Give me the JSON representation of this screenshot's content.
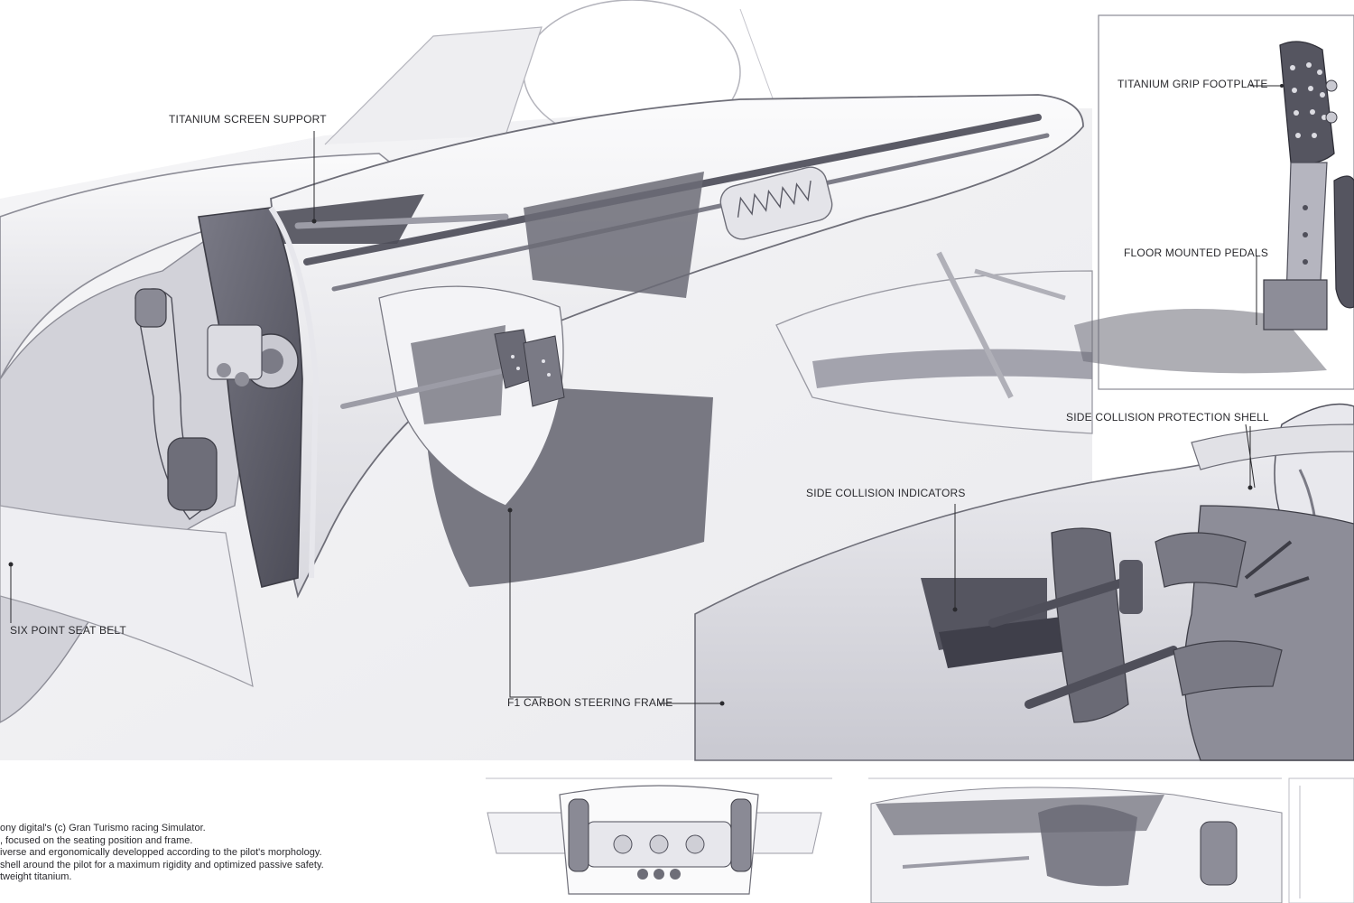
{
  "callouts": {
    "titanium_screen_support": "TITANIUM SCREEN SUPPORT",
    "titanium_grip_footplate": "TITANIUM GRIP FOOTPLATE",
    "floor_mounted_pedals": "FLOOR MOUNTED PEDALS",
    "side_collision_protection_shell": "SIDE COLLISION PROTECTION SHELL",
    "side_collision_indicators": "SIDE COLLISION INDICATORS",
    "six_point_seat_belt": "SIX POINT SEAT BELT",
    "f1_carbon_steering_frame": "F1 CARBON STEERING FRAME"
  },
  "notes": [
    "ony digital's (c) Gran Turismo racing Simulator.",
    ", focused on the seating position and frame.",
    "iverse and ergonomically developped according to the pilot's morphology.",
    "shell around the pilot for a maximum rigidity and optimized passive safety.",
    "tweight titanium."
  ],
  "colors": {
    "ink": "#2a2a2e",
    "dark_tone": "#5b5b66",
    "mid_tone": "#a9a9b3",
    "light_tone": "#e6e6ea",
    "paper": "#ffffff"
  }
}
